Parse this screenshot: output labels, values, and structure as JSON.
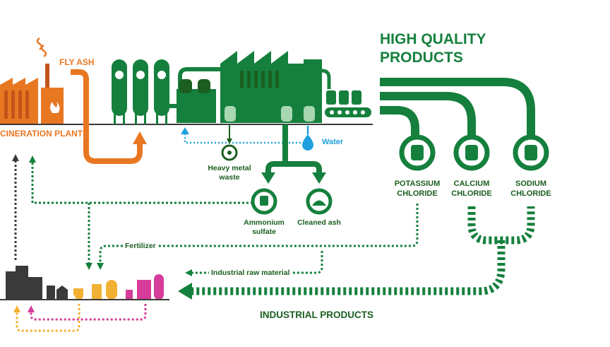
{
  "labels": {
    "fly_ash": "FLY ASH",
    "incineration_plant": "CINERATION PLANT",
    "high_quality_1": "HIGH QUALITY",
    "high_quality_2": "PRODUCTS",
    "water": "Water",
    "heavy_metal_1": "Heavy metal",
    "heavy_metal_2": "waste",
    "ammonium_1": "Ammonium",
    "ammonium_2": "sulfate",
    "cleaned_ash": "Cleaned ash",
    "potassium_1": "POTASSIUM",
    "potassium_2": "CHLORIDE",
    "calcium_1": "CALCIUM",
    "calcium_2": "CHLORIDE",
    "sodium_1": "SODIUM",
    "sodium_2": "CHLORIDE",
    "fertilizer": "Fertilizer",
    "industrial_raw": "Industrial raw material",
    "industrial_products": "INDUSTRIAL PRODUCTS"
  },
  "colors": {
    "green": "#15803d",
    "dark_green": "#1b5e20",
    "orange": "#e87722",
    "dark_orange": "#c2541a",
    "blue": "#1ea1dc",
    "gray": "#3a3a3a",
    "yellow": "#f2b134",
    "pink": "#d63c9a"
  }
}
